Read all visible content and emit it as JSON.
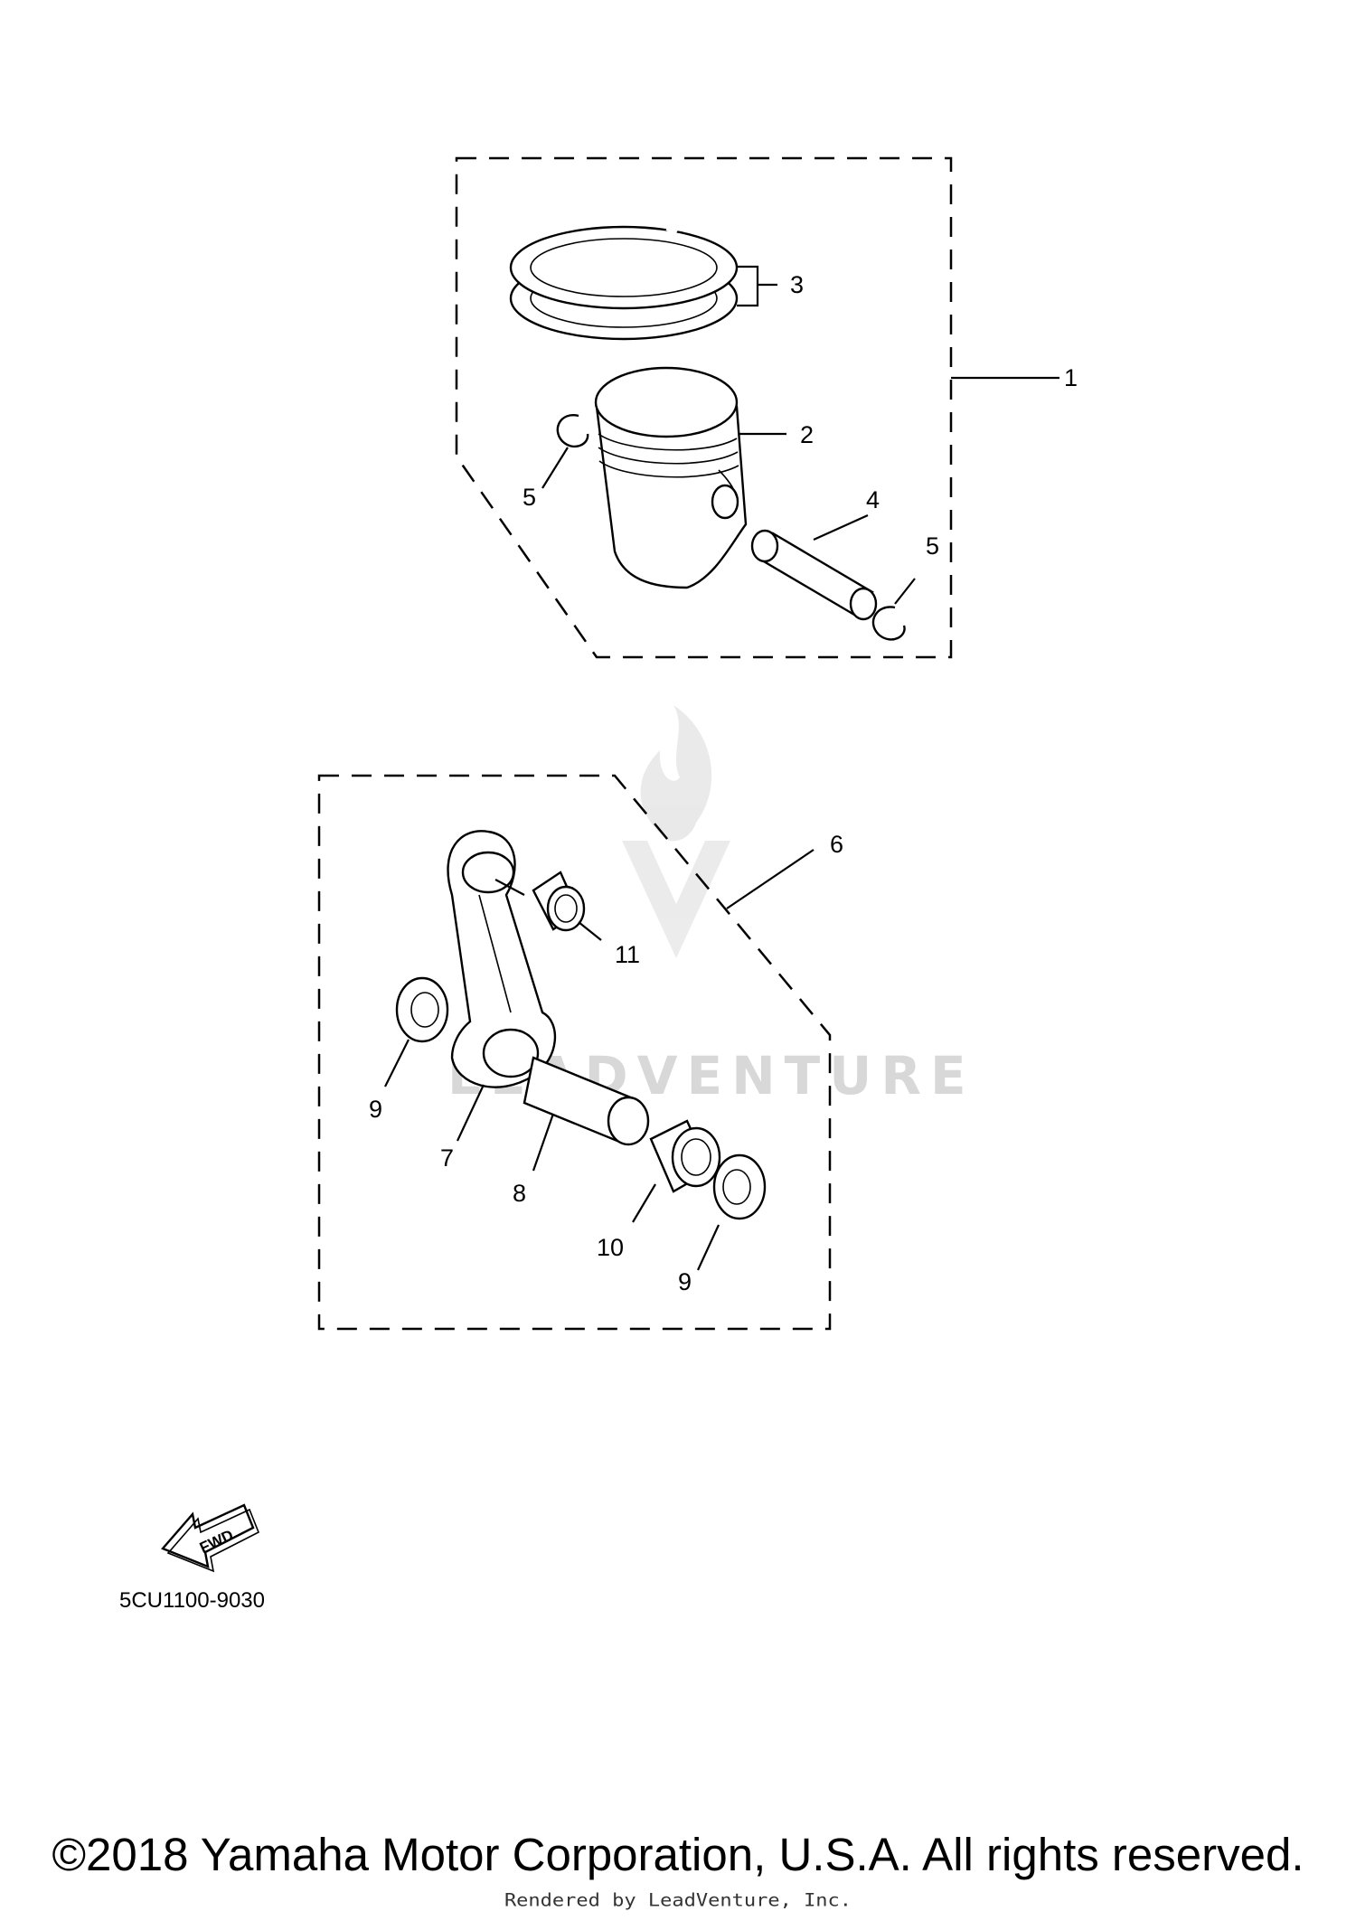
{
  "diagram": {
    "callouts": {
      "c1": "1",
      "c2": "2",
      "c3": "3",
      "c4": "4",
      "c5a": "5",
      "c5b": "5",
      "c6": "6",
      "c7": "7",
      "c8": "8",
      "c9a": "9",
      "c9b": "9",
      "c10": "10",
      "c11": "11"
    },
    "diagram_code": "5CU1100-9030",
    "fwd_label": "FWD",
    "watermark_text": "LEADVENTURE",
    "copyright": "©2018 Yamaha Motor Corporation, U.S.A. All rights reserved.",
    "rendered_by": "Rendered by LeadVenture, Inc."
  }
}
